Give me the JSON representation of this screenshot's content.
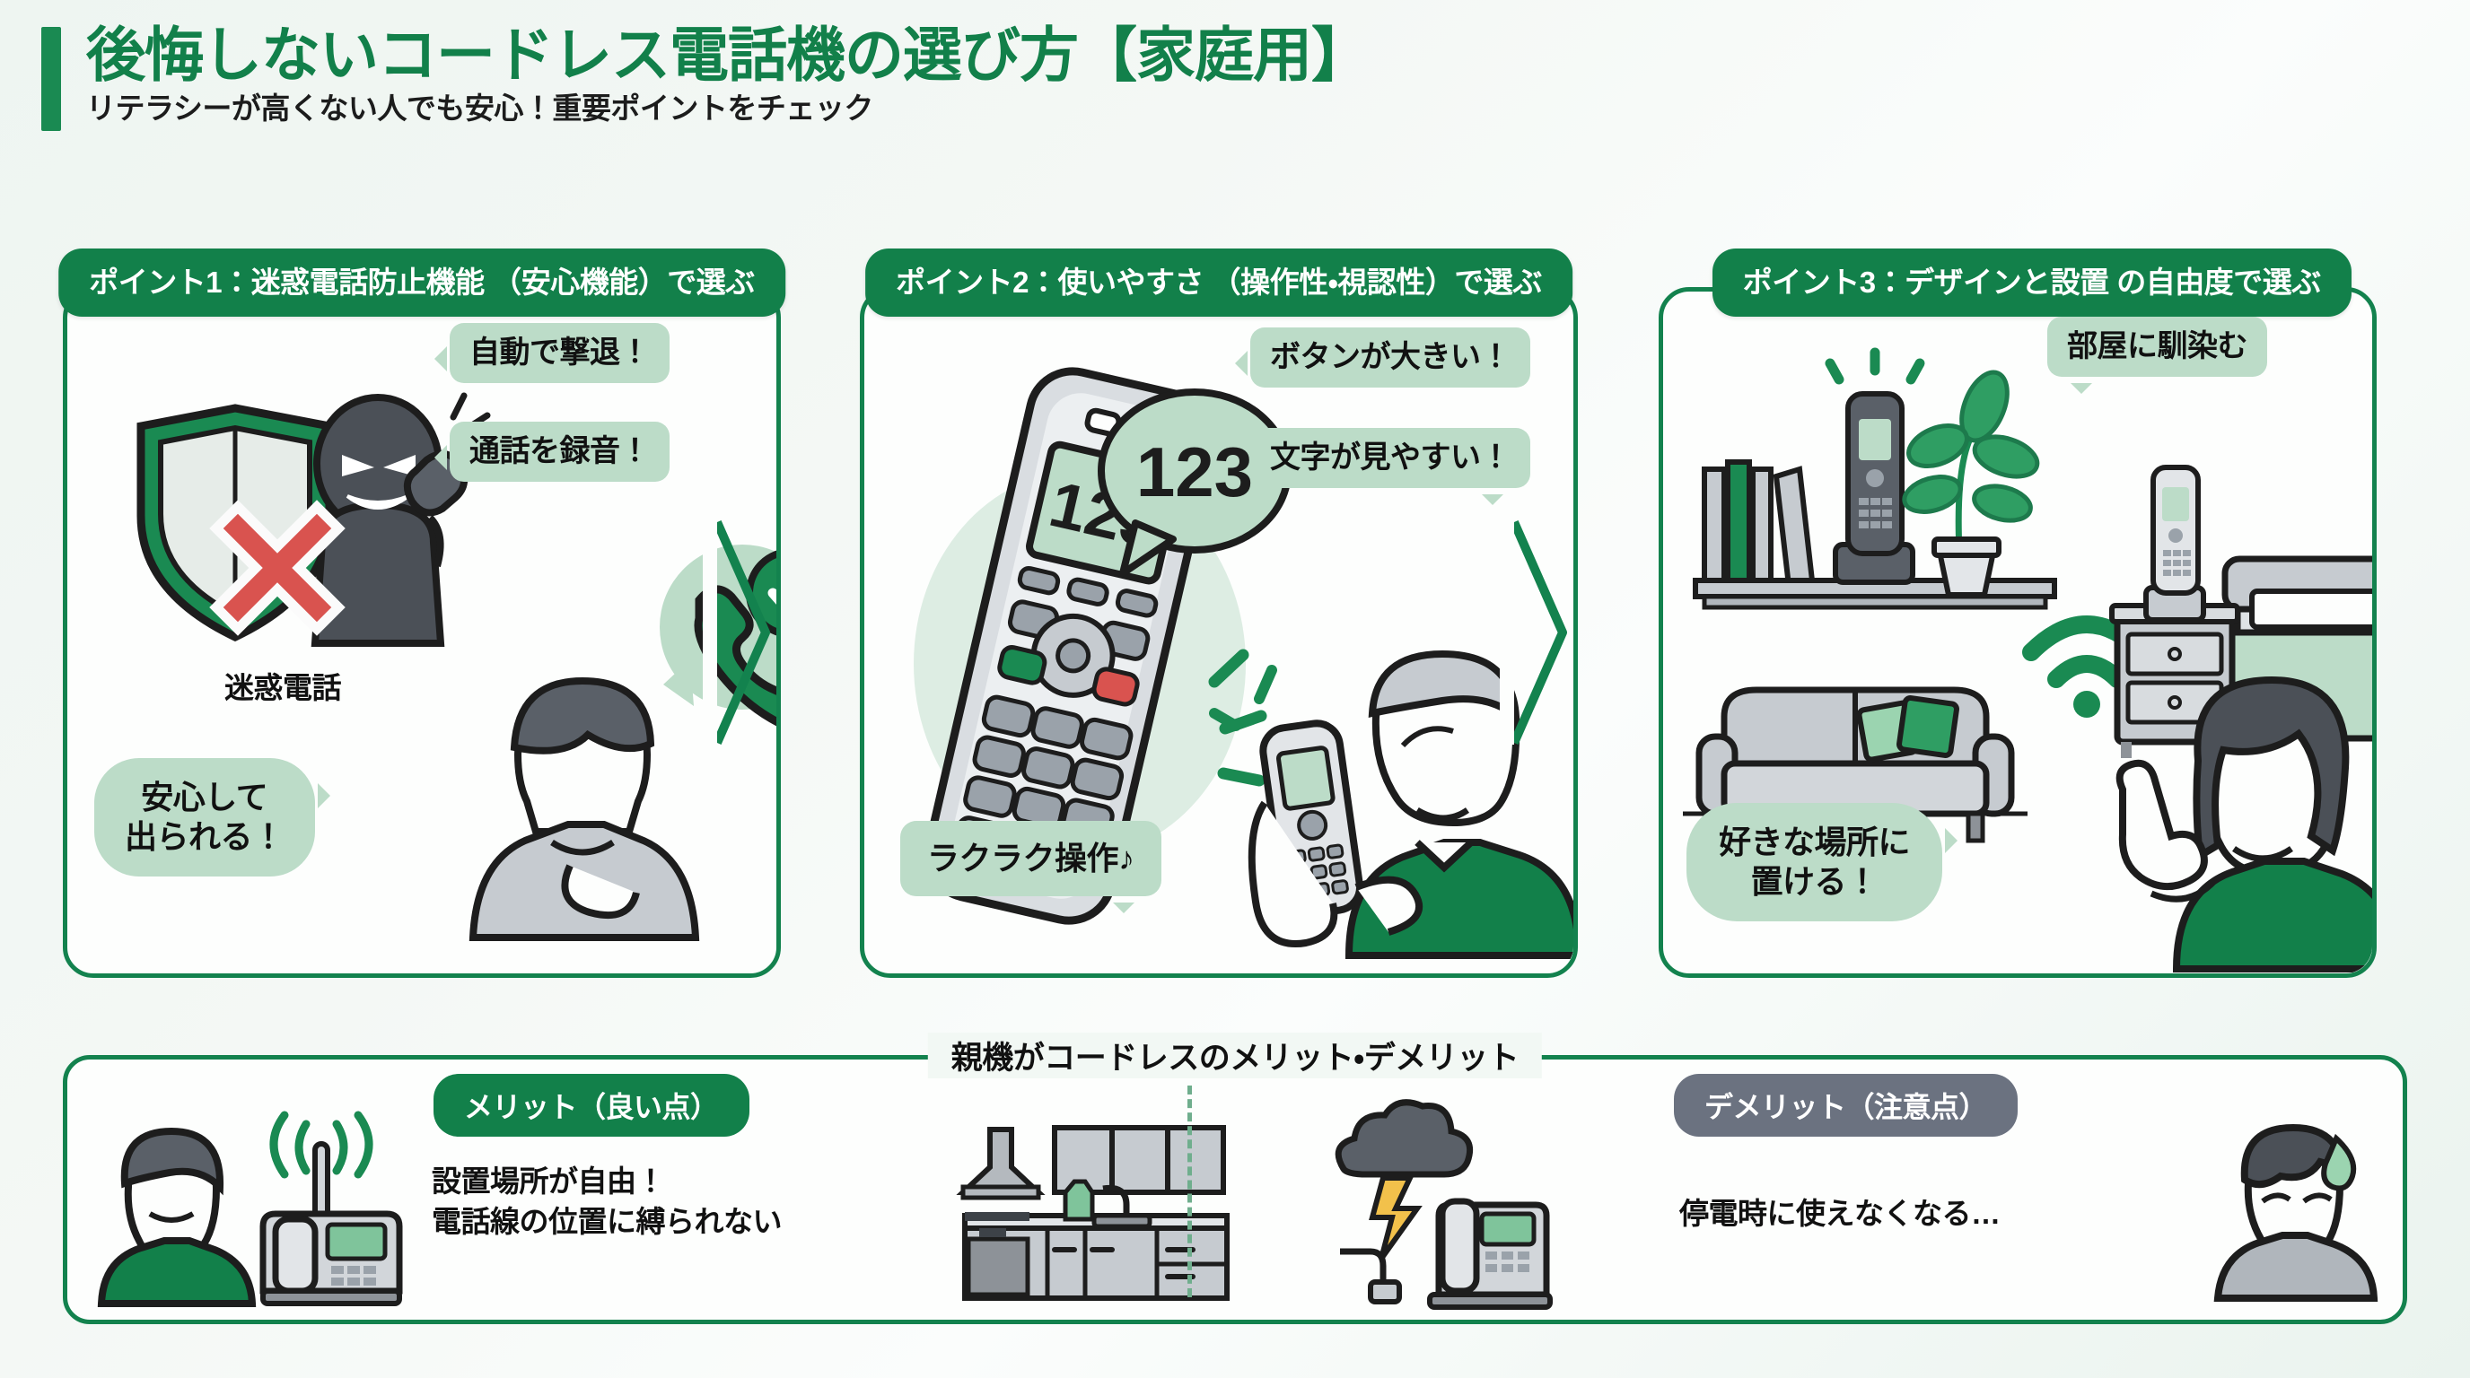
{
  "header": {
    "title": "後悔しないコードレス電話機の選び方【家庭用】",
    "subtitle": "リテラシーが高くない人でも安心！重要ポイントをチェック",
    "accent_color": "#1a8a52",
    "title_color": "#12804a"
  },
  "cards": [
    {
      "badge": "ポイント1：迷惑電話防止機能\n（安心機能）で選ぶ",
      "icon_label": "迷惑電話",
      "bubbles": [
        "自動で撃退！",
        "通話を録音！",
        "安心して\n出られる！"
      ]
    },
    {
      "badge": "ポイント2：使いやすさ\n（操作性・視認性）で選ぶ",
      "screen_digits": "123",
      "callout_digits": "123",
      "bubbles": [
        "ボタンが大きい！",
        "文字が見やすい！",
        "ラクラク操作♪"
      ]
    },
    {
      "badge": "ポイント3：デザインと設置\nの自由度で選ぶ",
      "bubbles": [
        "部屋に馴染む",
        "好きな場所に\n置ける！"
      ]
    }
  ],
  "panel": {
    "title": "親機がコードレスのメリット・デメリット",
    "merit": {
      "pill": "メリット（良い点）",
      "text": "設置場所が自由！\n電話線の位置に縛られない",
      "pill_color": "#12804a"
    },
    "demerit": {
      "pill": "デメリット（注意点）",
      "text": "停電時に使えなくなる…",
      "pill_color": "#6b7280"
    }
  }
}
